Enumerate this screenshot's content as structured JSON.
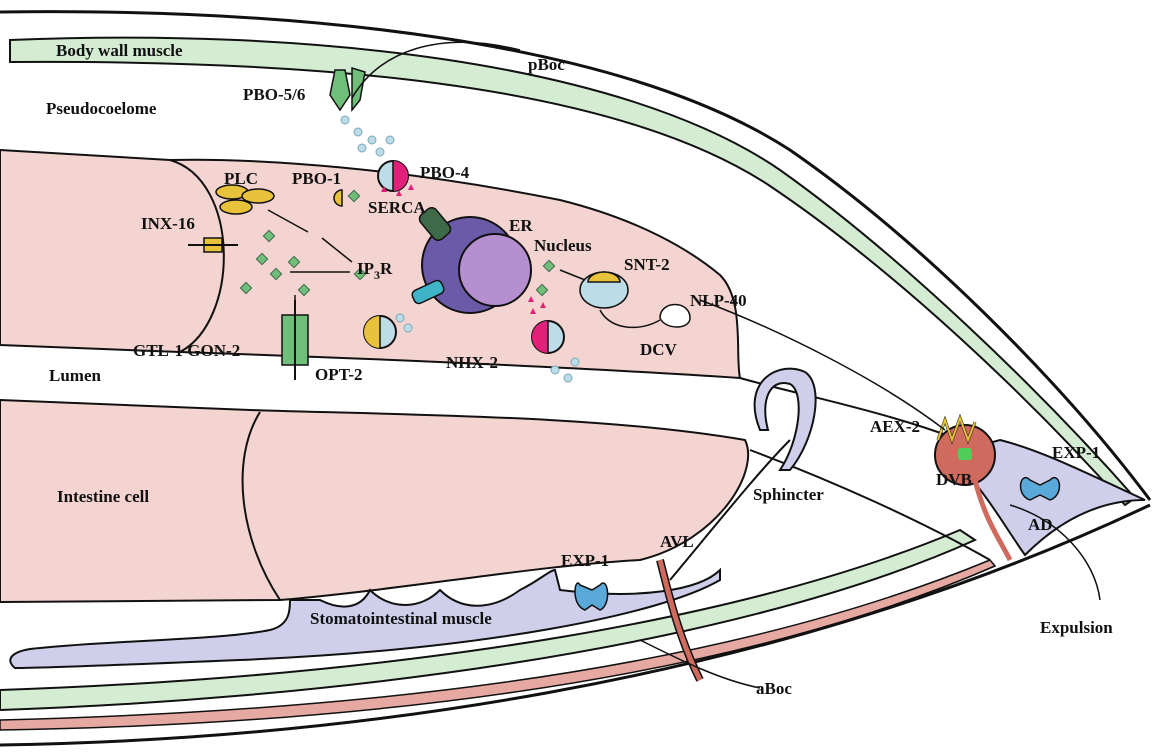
{
  "labels": {
    "body_wall_muscle": "Body wall muscle",
    "pboc": "pBoc",
    "pbo56": "PBO-5/6",
    "pseudocoelome": "Pseudocoelome",
    "plc": "PLC",
    "pbo1": "PBO-1",
    "pbo4": "PBO-4",
    "serca": "SERCA",
    "er": "ER",
    "inx16": "INX-16",
    "nucleus": "Nucleus",
    "snt2": "SNT-2",
    "ip3r_main": "IP",
    "ip3r_sub": "3",
    "ip3r_end": "R",
    "nlp40": "NLP-40",
    "gtl1_gon2": "GTL-1 GON-2",
    "lumen": "Lumen",
    "opt2": "OPT-2",
    "nhx2": "NHX-2",
    "dcv": "DCV",
    "aex2": "AEX-2",
    "dvb": "DVB",
    "exp1_right": "EXP-1",
    "intestine_cell": "Intestine cell",
    "sphincter": "Sphincter",
    "ad": "AD",
    "exp1_left": "EXP-1",
    "avl": "AVL",
    "stomatointestinal_muscle": "Stomatointestinal muscle",
    "expulsion": "Expulsion",
    "aboc": "aBoc"
  },
  "colors": {
    "muscle_green": "#d4ecd2",
    "intestine_pink": "#f4d4d0",
    "lavender": "#cfcfec",
    "nucleus_purple": "#b58fd0",
    "er_purple": "#6a5aa8",
    "ion_blue": "#bcdde8",
    "ca_magenta": "#e2207a",
    "ip3_green": "#6fbf7a",
    "plc_yellow": "#e8c23a",
    "neuron_red": "#cf6a5e",
    "exp1_blue": "#5aa9d8"
  }
}
